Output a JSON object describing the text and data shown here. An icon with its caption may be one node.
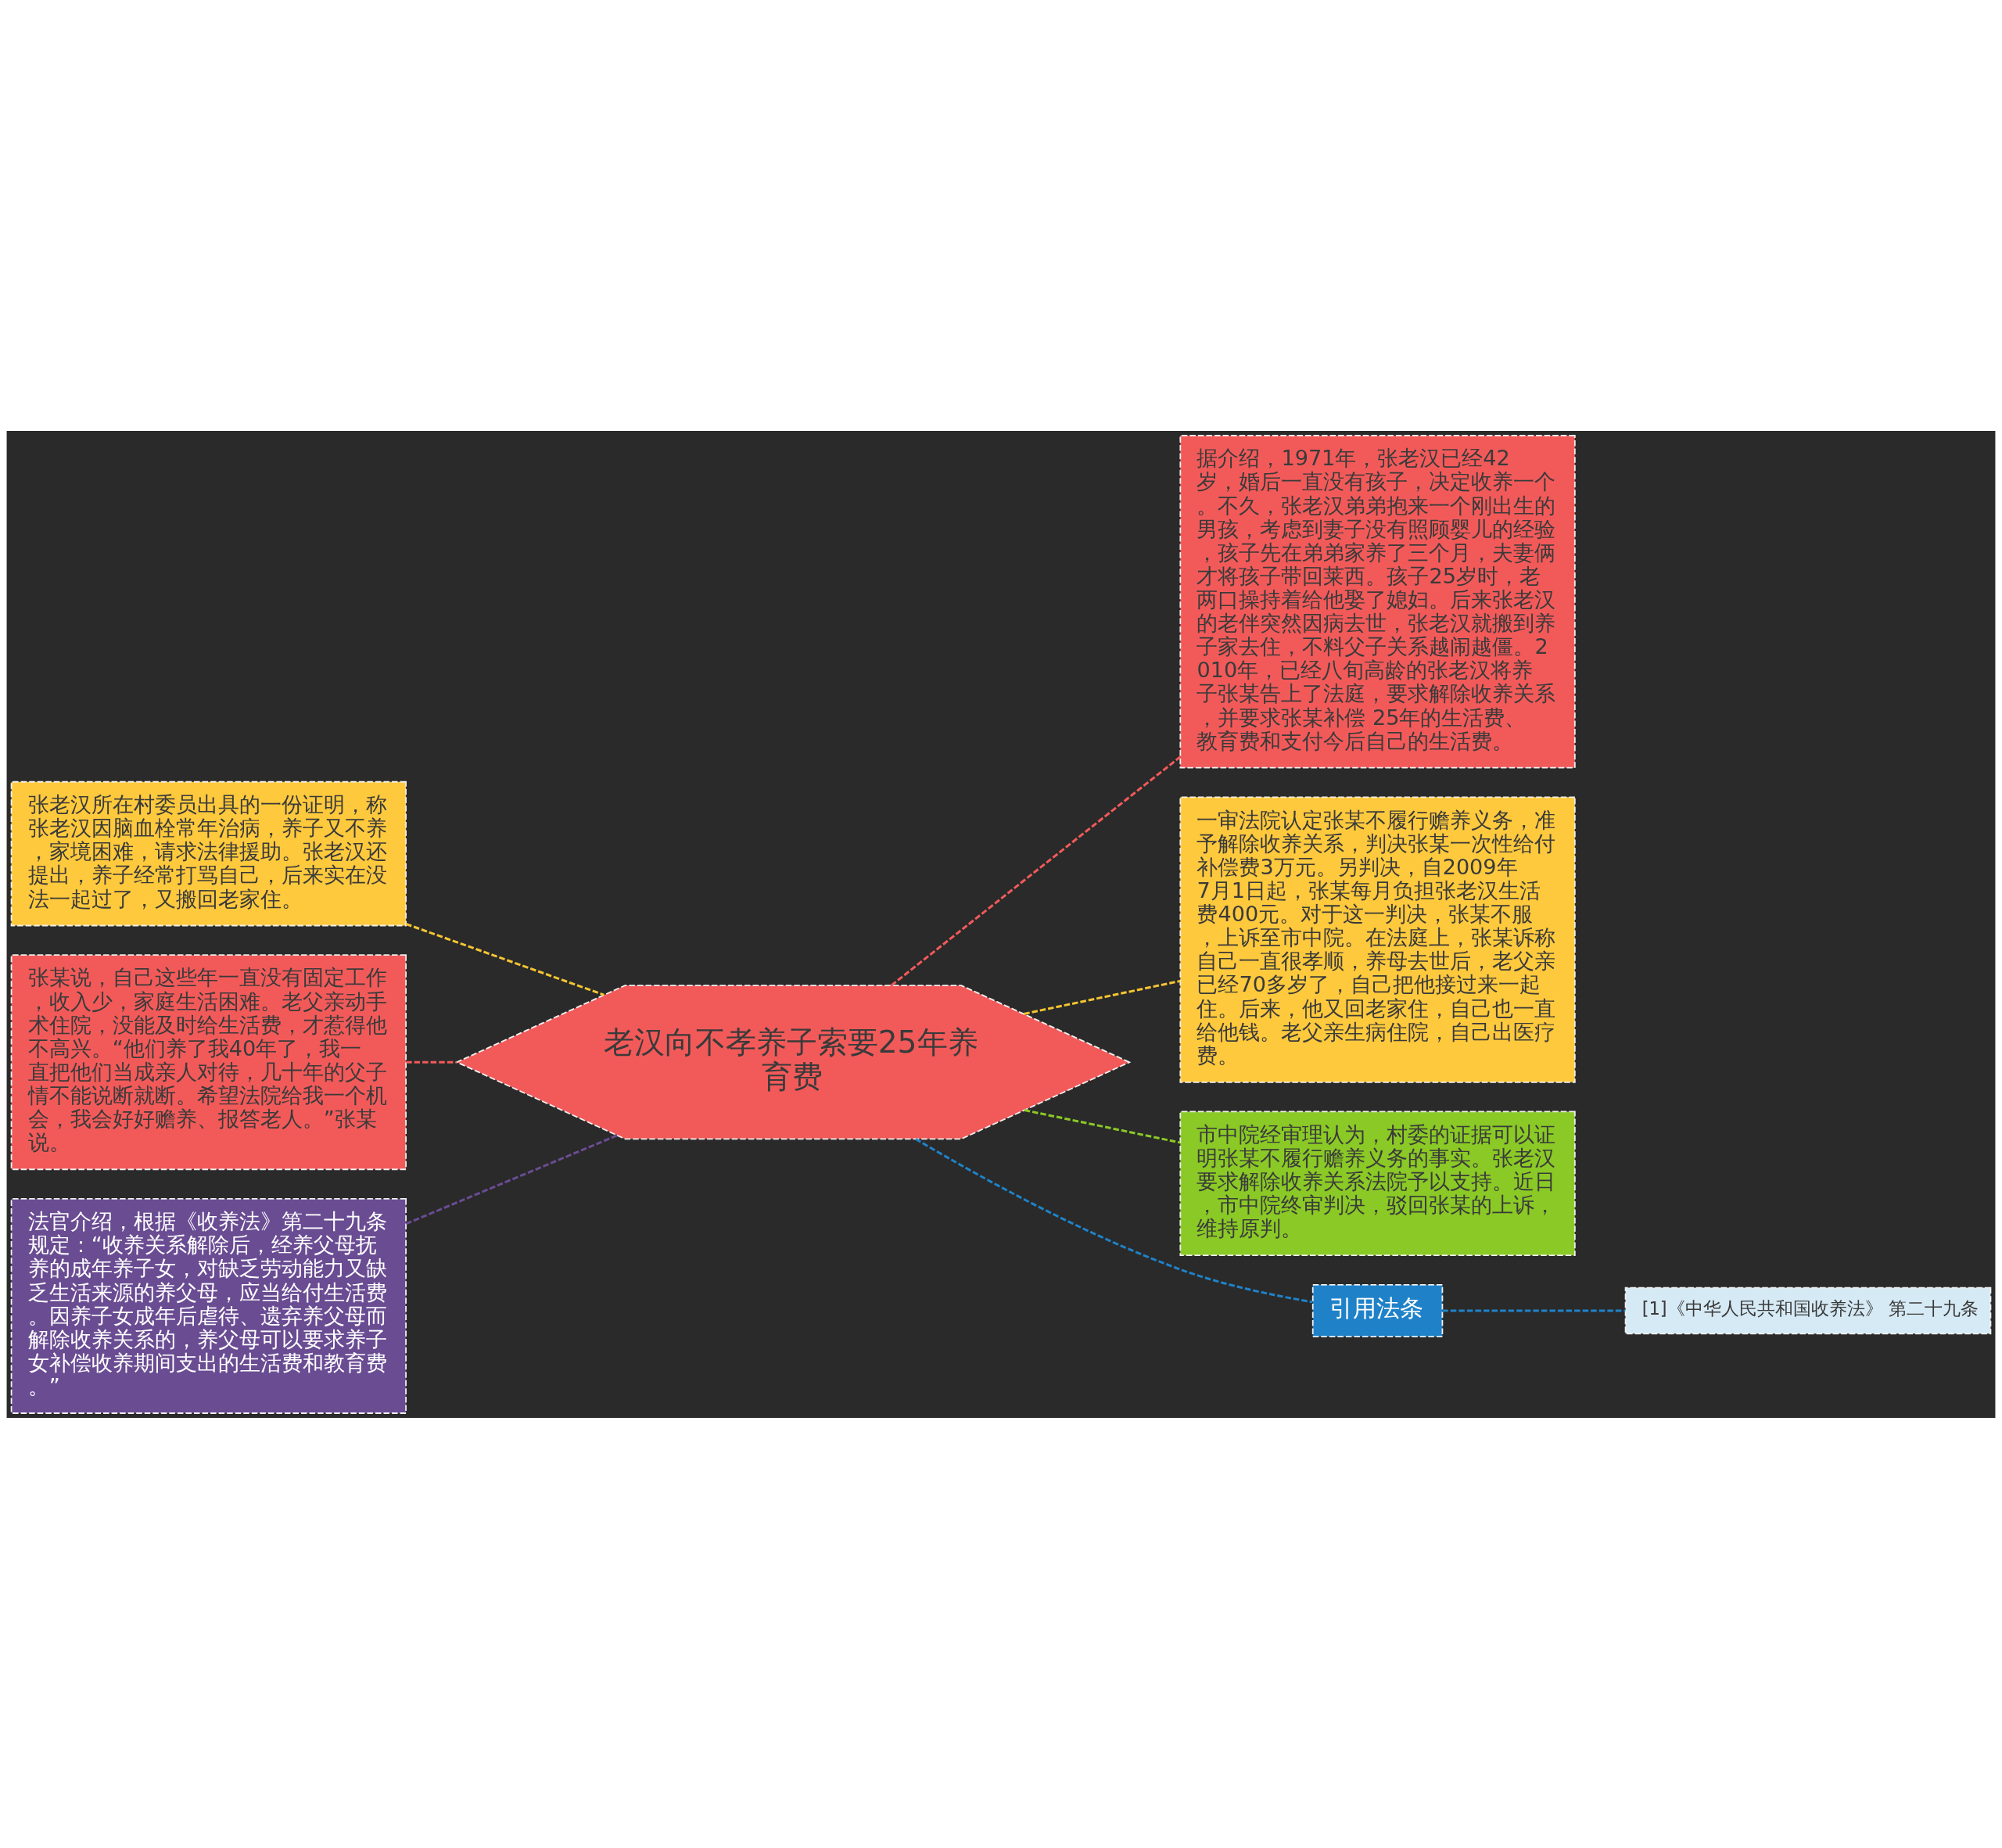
{
  "diagram": {
    "nodes": [
      {
        "text": [
          "老汉向不孝养子索要25年养育费"
        ]
      },
      {
        "text": [
          "张老汉所在村委员出具的一份证明，称张老汉因脑血栓常年治病，养子又不养，家境困难，请求法律援助。张老汉还提出，养子经常打骂自己，后来实在没法一起过了，又搬回老家住。"
        ]
      },
      {
        "text": [
          "张某说，自己这些年一直没有固定工作，收入少，家庭生活困难。老父亲动手术住院，没能及时给生活费，才惹得他不高兴。“他们养了我40年了，我一直把他们当成亲人对待，几十年的父子情不能说断就断。希望法院给我一个机会，我会好好赡养、报答老人。”张某说。"
        ]
      },
      {
        "text": [
          "法官介绍，根据《收养法》第二十九条规定：“收养关系解除后，经养父母抚养的成年养子女，对缺乏劳动能力又缺乏生活来源的养父母，应当给付生活费。因养子女成年后虐待、遗弃养父母而解除收养关系的，养父母可以要求养子女补偿收养期间支出的生活费和教育费。”"
        ]
      },
      {
        "text": [
          "据介绍，1971年，张老汉已经42岁，婚后一直没有孩子，决定收养一个。不久，张老汉弟弟抱来一个刚出生的男孩，考虑到妻子没有照顾婴儿的经验，孩子先在弟弟家养了三个月，夫妻俩才将孩子带回莱西。孩子25岁时，老两口操持着给他娶了媳妇。后来张老汉的老伴突然因病去世，张老汉就搬到养子家去住，不料父子关系越闹越僵。2010年，已经八旬高龄的张老汉将养子张某告上了法庭，要求解除收养关系，并要求张某补偿 25年的生活费、教育费和支付今后自己的生活费。"
        ]
      },
      {
        "text": [
          "一审法院认定张某不履行赡养义务，准予解除收养关系，判决张某一次性给付补偿费3万元。另判决，自2009年7月1日起，张某每月负担张老汉生活费400元。对于这一判决，张某不服，上诉至市中院。在法庭上，张某诉称自己一直很孝顺，养母去世后，老父亲已经70多岁了，自己把他接过来一起住。后来，他又回老家住，自己也一直给他钱。老父亲生病住院，自己出医疗费。"
        ]
      },
      {
        "text": [
          "市中院经审理认为，村委的证据可以证明张某不履行赡养义务的事实。张老汉要求解除收养关系法院予以支持。近日，市中院终审判决，驳回张某的上诉，维持原判。"
        ]
      },
      {
        "text": [
          "引用法条"
        ]
      },
      {
        "text": [
          "[1]《中华人民共和国收养法》 第二十九条"
        ]
      }
    ],
    "edges": [
      {
        "from": 0,
        "to": 1,
        "arrow": "none",
        "style": "dashed",
        "color": "#f5c531"
      },
      {
        "from": 0,
        "to": 2,
        "arrow": "none",
        "style": "dashed",
        "color": "#f25a5a"
      },
      {
        "from": 0,
        "to": 3,
        "arrow": "none",
        "style": "dashed",
        "color": "#6a4c93"
      },
      {
        "from": 0,
        "to": 4,
        "arrow": "none",
        "style": "dashed",
        "color": "#f25a5a"
      },
      {
        "from": 0,
        "to": 5,
        "arrow": "none",
        "style": "dashed",
        "color": "#f5c531"
      },
      {
        "from": 0,
        "to": 6,
        "arrow": "none",
        "style": "dashed",
        "color": "#8ac926"
      },
      {
        "from": 0,
        "to": 7,
        "arrow": "none",
        "style": "dashed",
        "color": "#1f82c8"
      },
      {
        "from": 7,
        "to": 8,
        "arrow": "none",
        "style": "dashed",
        "color": "#1f82c8"
      }
    ]
  }
}
